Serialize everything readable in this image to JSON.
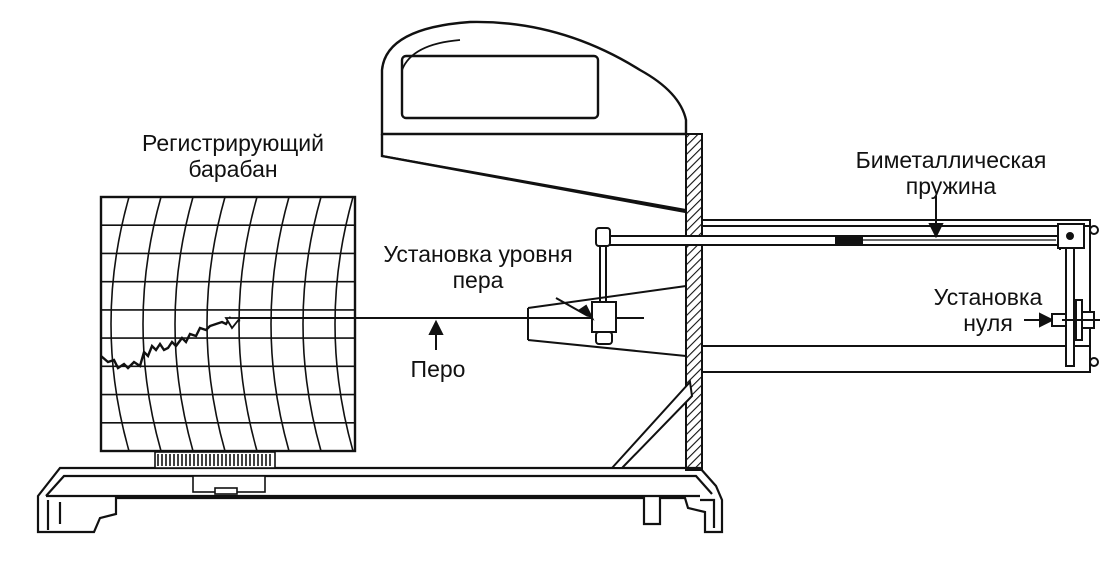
{
  "labels": {
    "drum": {
      "line1": "Регистрирующий",
      "line2": "барабан"
    },
    "pen_level": {
      "line1": "Установка уровня",
      "line2": "пера"
    },
    "pen": {
      "line1": "Перо"
    },
    "spring": {
      "line1": "Биметаллическая",
      "line2": "пружина"
    },
    "zero": {
      "line1": "Установка",
      "line2": "нуля"
    }
  },
  "colors": {
    "ink": "#111111",
    "paper": "#ffffff"
  }
}
